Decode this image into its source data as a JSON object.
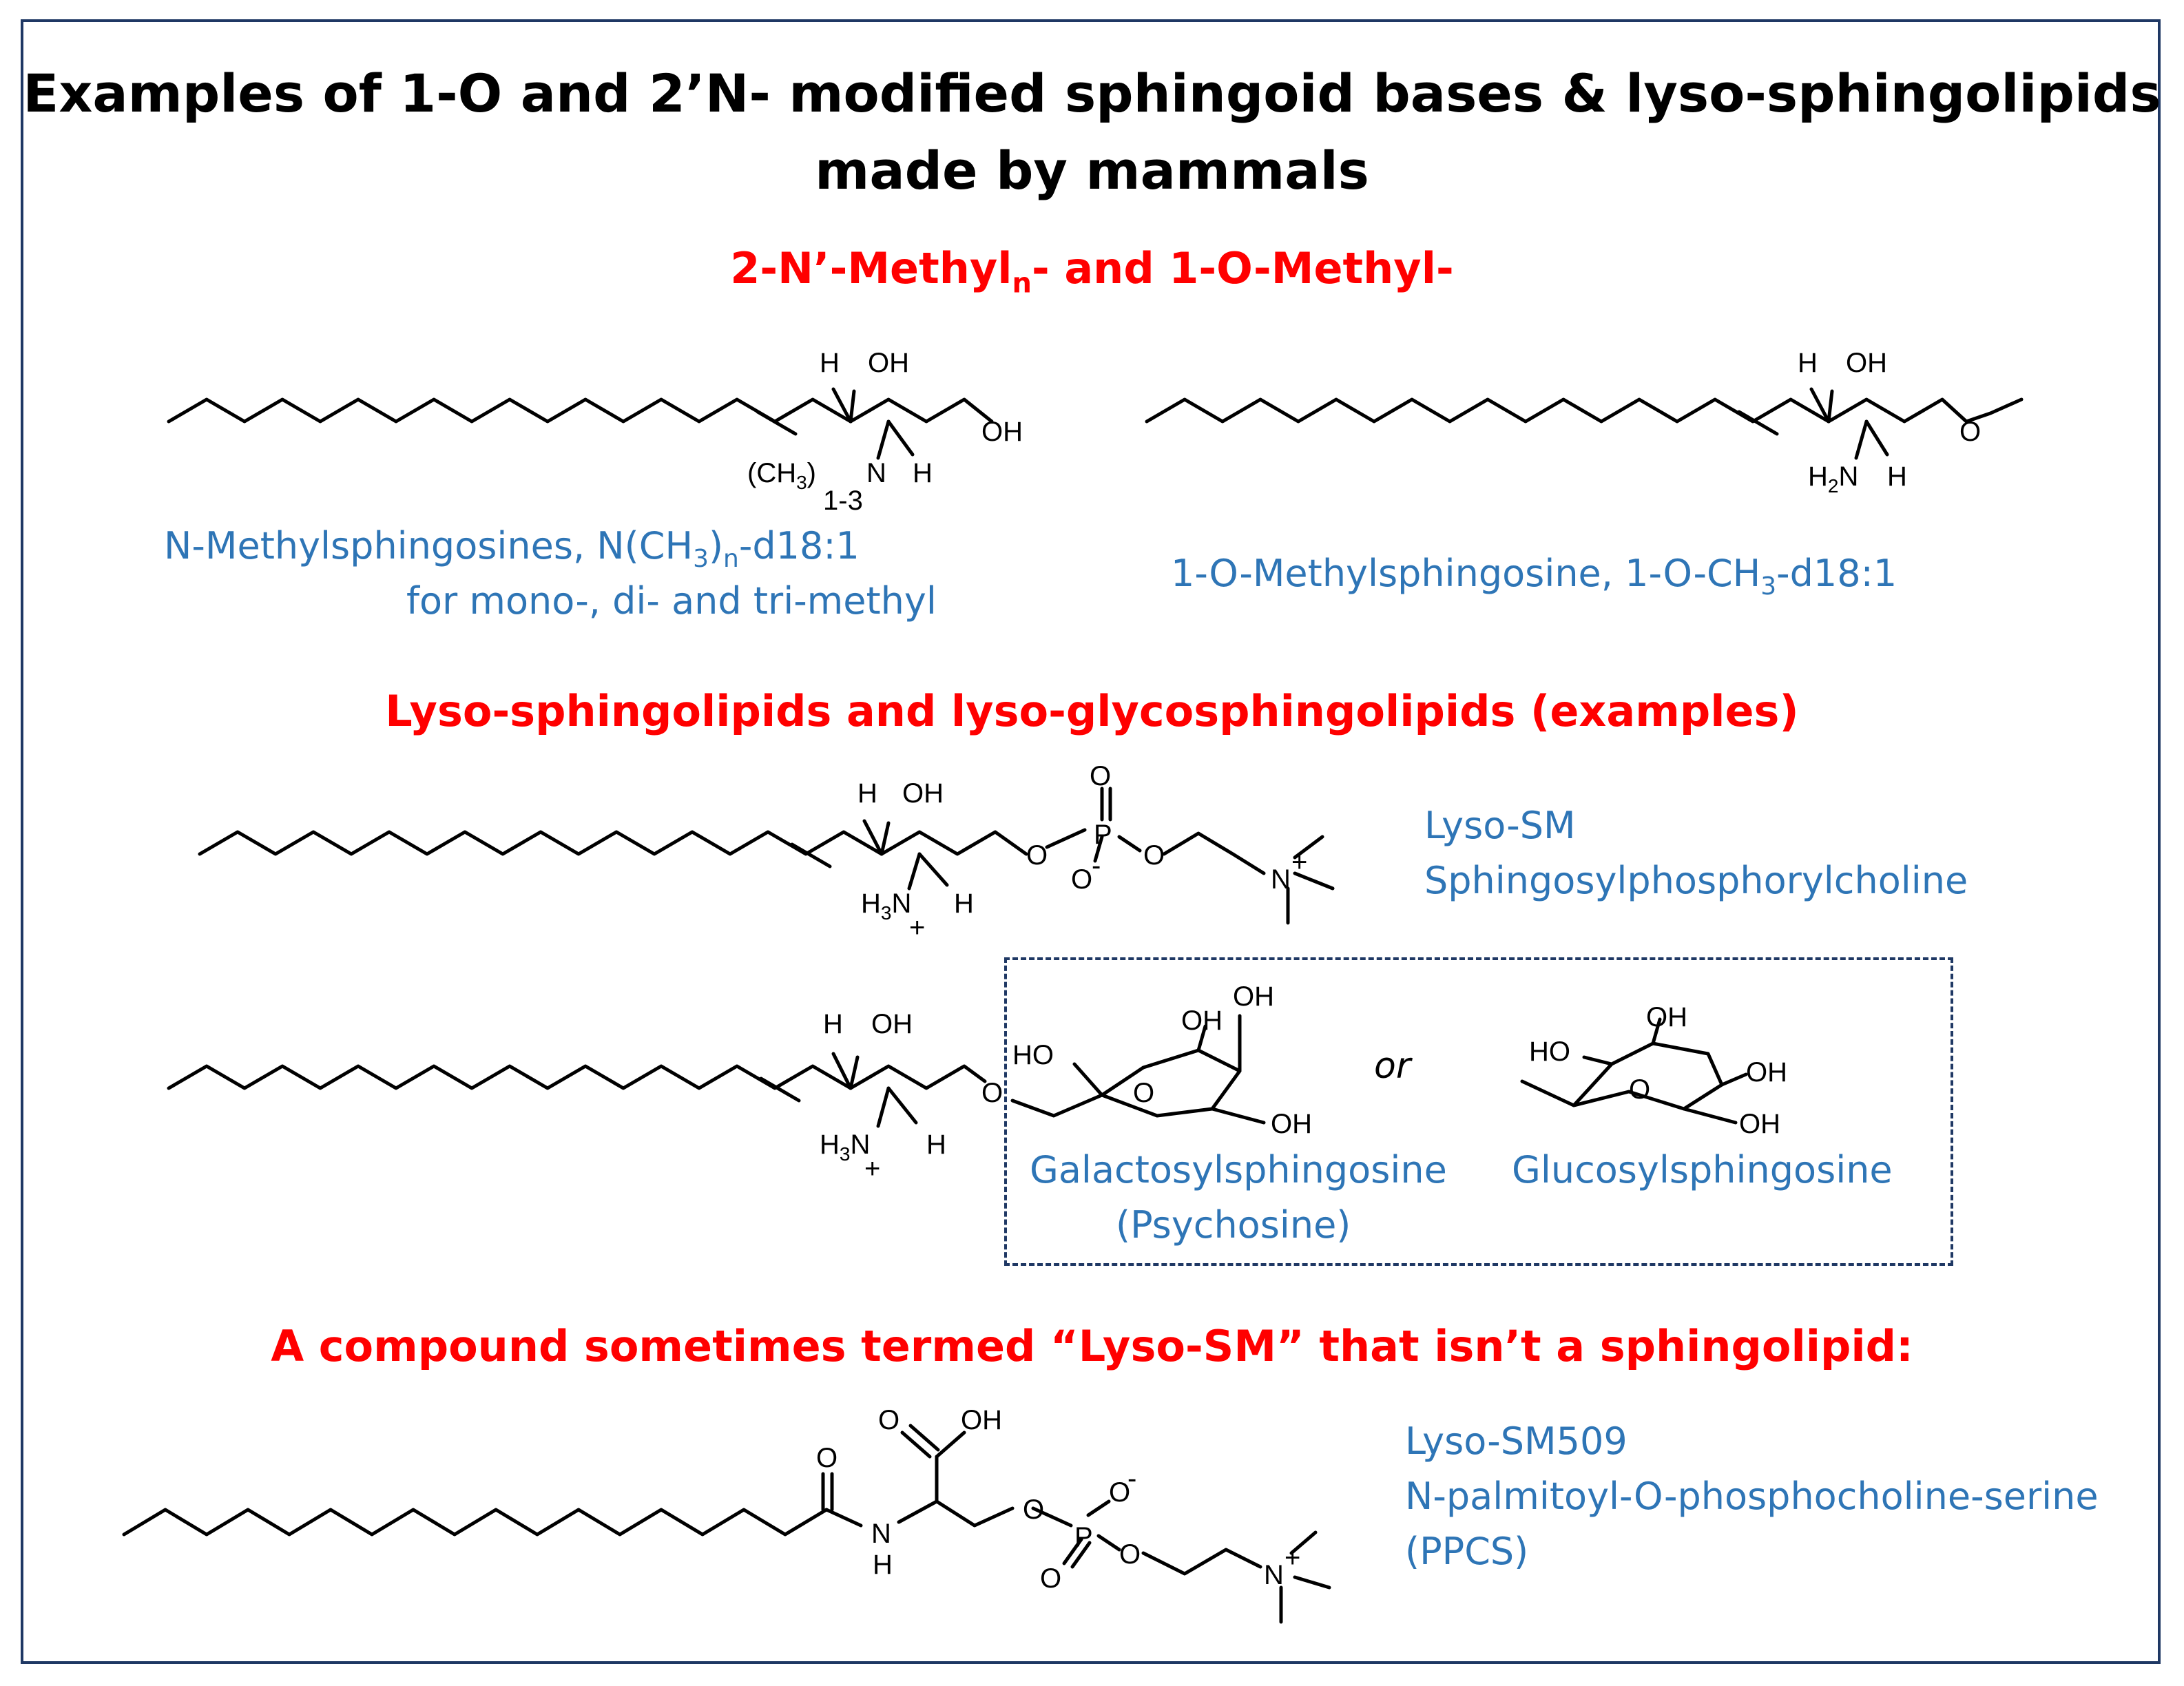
{
  "title": {
    "line1": "Examples of 1-O and 2’N- modified sphingoid bases & lyso-sphingolipids",
    "line2": "made by mammals"
  },
  "sections": {
    "methyl": {
      "text": "2-N’-Methyl",
      "sub": "n",
      "tail": "- and 1-O-Methyl-"
    },
    "lyso": "Lyso-sphingolipids and lyso-glycosphingolipids (examples)",
    "compound": "A compound sometimes termed “Lyso-SM” that isn’t a sphingolipid:"
  },
  "labels": {
    "nmethyl": {
      "pre": "N-Methylsphingosines, N(CH",
      "sub3": "3",
      "mid": ")",
      "subn": "n",
      "post": "-d18:1",
      "line2": "for mono-, di- and tri-methyl"
    },
    "omethyl": {
      "pre": "1-O-Methylsphingosine, 1-O-CH",
      "sub3": "3",
      "post": "-d18:1"
    },
    "lysosm": {
      "line1": "Lyso-SM",
      "line2": "Sphingosylphosphorylcholine"
    },
    "galacto": {
      "line1": "Galactosylsphingosine",
      "line2": "(Psychosine)"
    },
    "gluco": "Glucosylsphingosine",
    "or": "or",
    "ppcs": {
      "line1": "Lyso-SM509",
      "line2": "N-palmitoyl-O-phosphocholine-serine",
      "line3": "(PPCS)"
    }
  },
  "atoms": {
    "h": "H",
    "oh": "OH",
    "ho": "HO",
    "o": "O",
    "n": "N",
    "p": "P",
    "nh": "N",
    "plus": "+",
    "minus": "-",
    "ch3": "(CH",
    "three": "3",
    "sub13": "1-3",
    "paren": ")",
    "h2": "H",
    "two": "2",
    "h3": "H",
    "nplus": "N"
  },
  "colors": {
    "heading": "#ff0000",
    "caption": "#2e75b6",
    "frame": "#1f3864"
  }
}
